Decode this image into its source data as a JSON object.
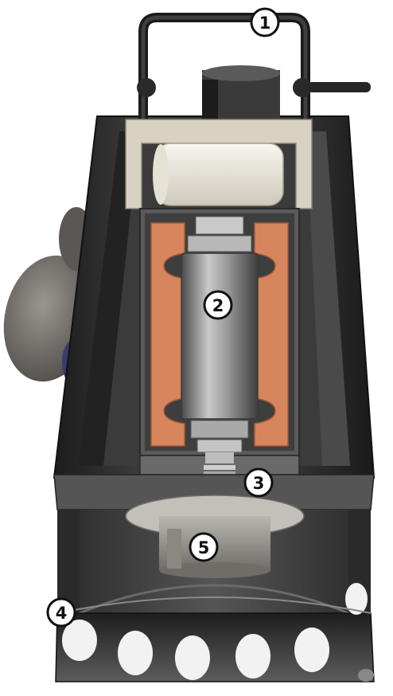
{
  "callouts": [
    {
      "label": "1",
      "part": "lifting-handle"
    },
    {
      "label": "2",
      "part": "motor-rotor"
    },
    {
      "label": "3",
      "part": "shaft-seal"
    },
    {
      "label": "4",
      "part": "pump-housing-inlet"
    },
    {
      "label": "5",
      "part": "impeller"
    }
  ],
  "colors": {
    "housing": "#2e2e2e",
    "cap": "#d9d2c3",
    "capacitor": "#efece4",
    "stator_copper": "#d7855c",
    "rotor": "#8e8e8e",
    "impeller": "#9c9a93",
    "float": "#6d6a66",
    "callout_fill": "#ffffff",
    "callout_stroke": "#111111"
  }
}
